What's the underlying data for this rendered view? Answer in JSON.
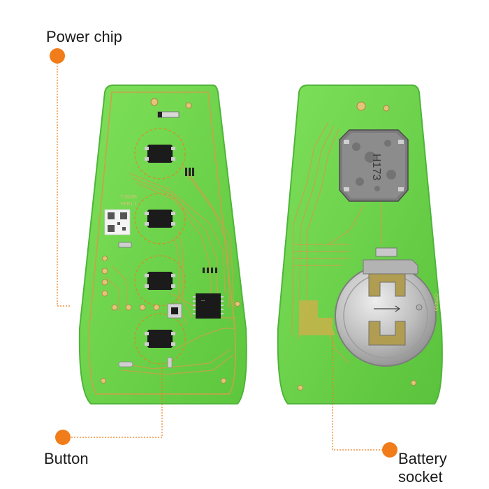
{
  "labels": {
    "power_chip": "Power chip",
    "button": "Button",
    "battery_line1": "Battery",
    "battery_line2": "socket"
  },
  "colors": {
    "accent_orange": "#f07d1a",
    "pcb_green": "#6fd64a",
    "pcb_edge": "#4fb43a",
    "trace_gold": "#c9a24a",
    "background": "#ffffff"
  },
  "board_marking": {
    "front_part_no": "YJ3095",
    "front_ver": "VER1.1",
    "chip_marking": "H173",
    "back_code": "CP5039"
  },
  "icons": [
    "power-chip-callout-dot",
    "button-callout-dot",
    "battery-socket-callout-dot"
  ]
}
